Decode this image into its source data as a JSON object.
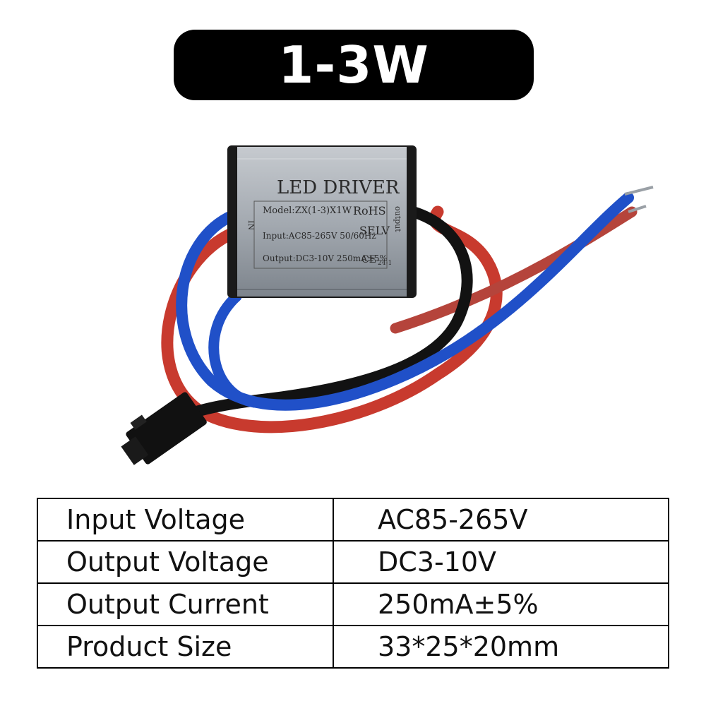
{
  "title": "1-3W",
  "device_label": {
    "brand": "LED DRIVER",
    "model": "Model:ZX(1-3)X1W",
    "input": "Input:AC85-265V 50/60Hz",
    "output": "Output:DC3-10V 250mA±5%",
    "rohs": "RoHS",
    "selv": "SELV",
    "in": "IN",
    "output_side": "output",
    "ce": "CE",
    "code": "24-1"
  },
  "specs": [
    {
      "label": "Input Voltage",
      "value": "AC85-265V"
    },
    {
      "label": "Output Voltage",
      "value": "DC3-10V"
    },
    {
      "label": "Output Current",
      "value": "250mA±5%"
    },
    {
      "label": "Product Size",
      "value": "33*25*20mm"
    }
  ],
  "colors": {
    "background": "#ffffff",
    "title_pill": "#000000",
    "wire_blue": "#2050c8",
    "wire_red": "#c83a2e",
    "wire_black": "#121212",
    "housing": "#9fa5ac"
  }
}
